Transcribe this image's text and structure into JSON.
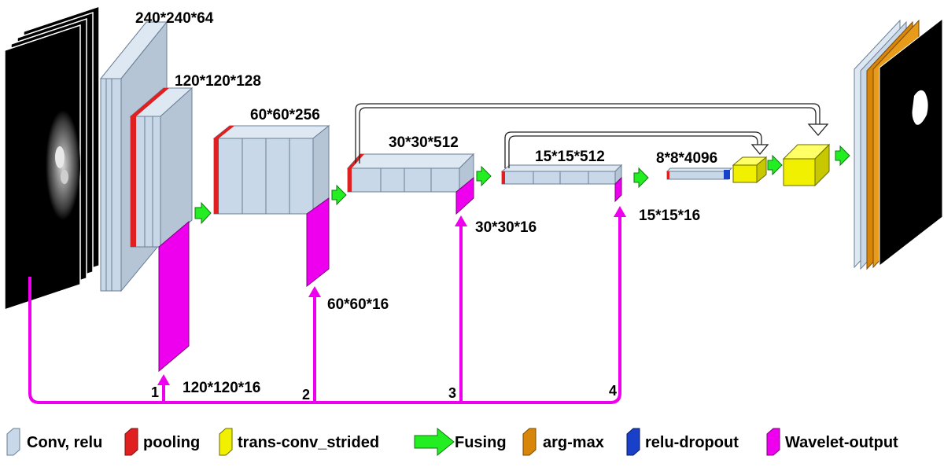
{
  "colors": {
    "conv": "#c8d8e8",
    "pooling": "#e02020",
    "trans_conv": "#f0f000",
    "fusing": "#22ee22",
    "arg_max": "#d8860a",
    "relu_dropout": "#1840c8",
    "wavelet": "#ee00ee"
  },
  "labels": {
    "input_shape": "240*240*64",
    "pool1_shape": "120*120*128",
    "pool2_shape": "60*60*256",
    "pool3_shape": "30*30*512",
    "pool4_shape": "15*15*512",
    "fc_shape": "8*8*4096",
    "wavelet1_shape": "120*120*16",
    "wavelet2_shape": "60*60*16",
    "wavelet3_shape": "30*30*16",
    "wavelet4_shape": "15*15*16"
  },
  "branch_numbers": [
    "1",
    "2",
    "3",
    "4"
  ],
  "legend": [
    {
      "icon": "conv-relu-swatch",
      "label": "Conv, relu"
    },
    {
      "icon": "pooling-swatch",
      "label": "pooling"
    },
    {
      "icon": "trans-conv-swatch",
      "label": "trans-conv_strided"
    },
    {
      "icon": "fusing-arrow-icon",
      "label": "Fusing"
    },
    {
      "icon": "arg-max-swatch",
      "label": "arg-max"
    },
    {
      "icon": "relu-dropout-swatch",
      "label": "relu-dropout"
    },
    {
      "icon": "wavelet-output-swatch",
      "label": "Wavelet-output"
    }
  ]
}
